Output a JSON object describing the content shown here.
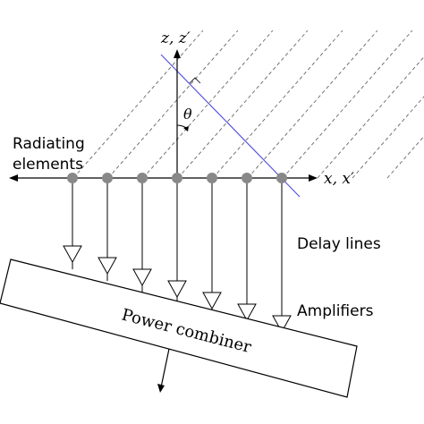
{
  "labels": {
    "z_axis": "z, z′",
    "x_axis": "x, x′",
    "theta": "θ",
    "radiating_line1": "Radiating",
    "radiating_line2": "elements",
    "delay_lines": "Delay lines",
    "amplifiers": "Amplifiers",
    "power_combiner": "Power combiner"
  },
  "element_count": 7,
  "colors": {
    "stroke": "#000000",
    "element_fill": "#888888",
    "wavefront": "#5555dd",
    "dashed": "#666666"
  }
}
